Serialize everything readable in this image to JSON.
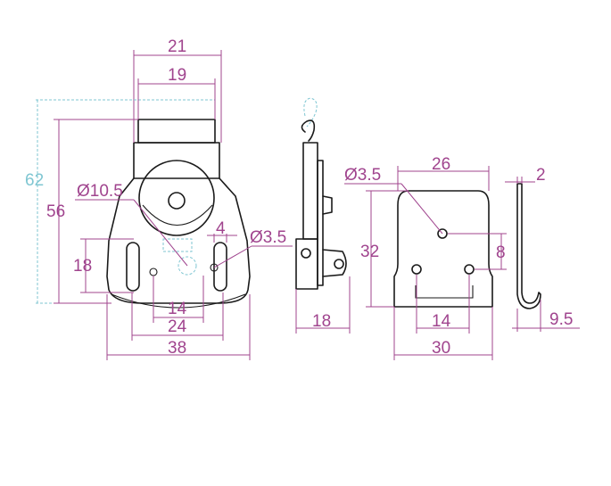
{
  "colors": {
    "dimension": "#a0448e",
    "reference": "#7fc6d2",
    "outline": "#1a1a1a"
  },
  "front_view": {
    "width_overall": "21",
    "width_inner": "19",
    "height_reference": "62",
    "height": "56",
    "roller_diameter": "Ø10.5",
    "slot_height": "18",
    "slot_width": "4",
    "hole_diameter": "Ø3.5",
    "slot_pitch": "14",
    "slot_span": "24",
    "base_width": "38"
  },
  "side_view": {
    "depth": "18"
  },
  "keeper_view": {
    "hole_diameter": "Ø3.5",
    "width": "26",
    "height": "32",
    "hole_offset": "8",
    "hole_pitch": "14",
    "base_width": "30"
  },
  "hook_view": {
    "thickness": "2",
    "hook_width": "9.5"
  }
}
